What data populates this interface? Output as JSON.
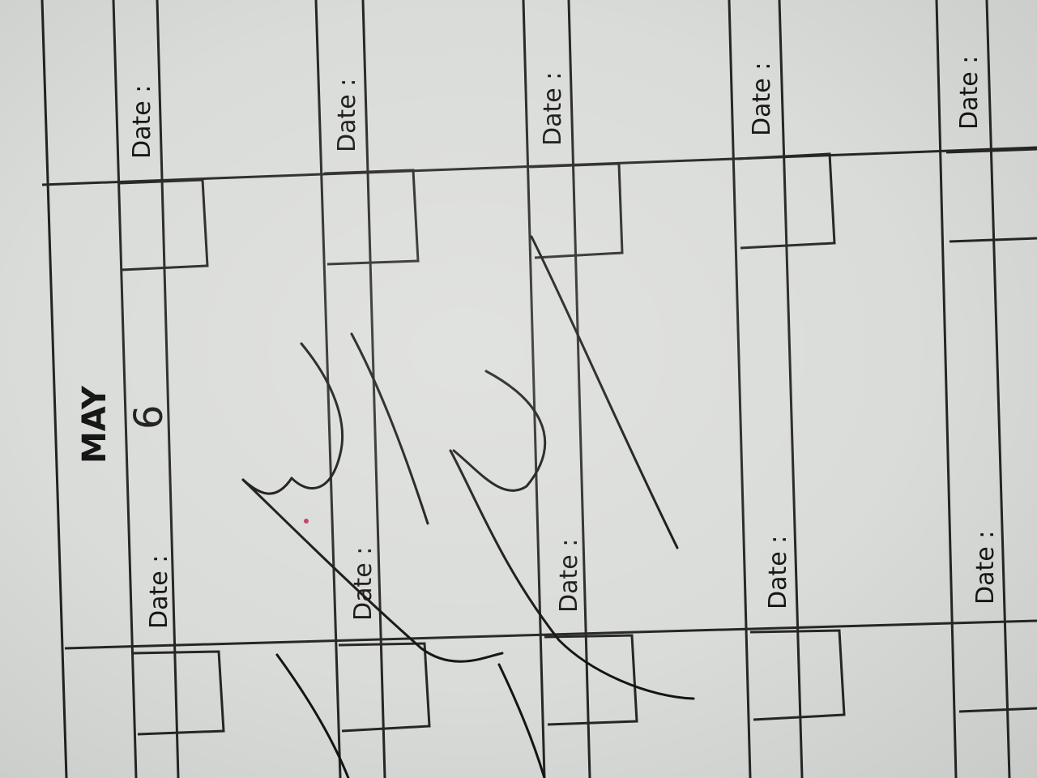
{
  "planner": {
    "month": "MAY",
    "date_label": "Date :",
    "handwritten_day": "6",
    "rows": [
      {
        "name": "row-1"
      },
      {
        "name": "row-2"
      },
      {
        "name": "row-3"
      },
      {
        "name": "row-4"
      },
      {
        "name": "row-5"
      }
    ],
    "ink_color": "#1a1a1a",
    "line_color": "#2a2a2a",
    "paper_color": "#dcdedb"
  }
}
